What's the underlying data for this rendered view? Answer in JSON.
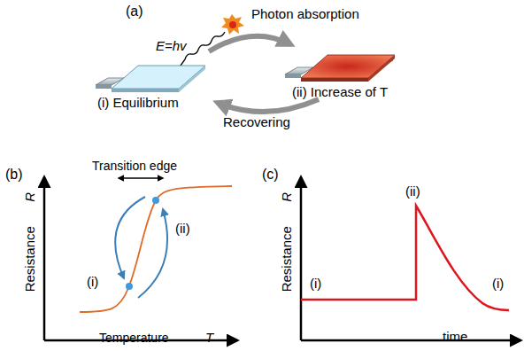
{
  "diagram": {
    "labels": [
      "(a)",
      "Photon absorption",
      "E=hv",
      "(i) Equilibrium",
      "(ii) Increase of T",
      "Recovering",
      "(b)",
      "Transition edge",
      "Resistance",
      "R",
      "Temperature",
      "T",
      "(i)",
      "(ii)",
      "(c)",
      "Resistance",
      "R",
      "time",
      "(ii)",
      "(i)",
      "(i)"
    ]
  }
}
